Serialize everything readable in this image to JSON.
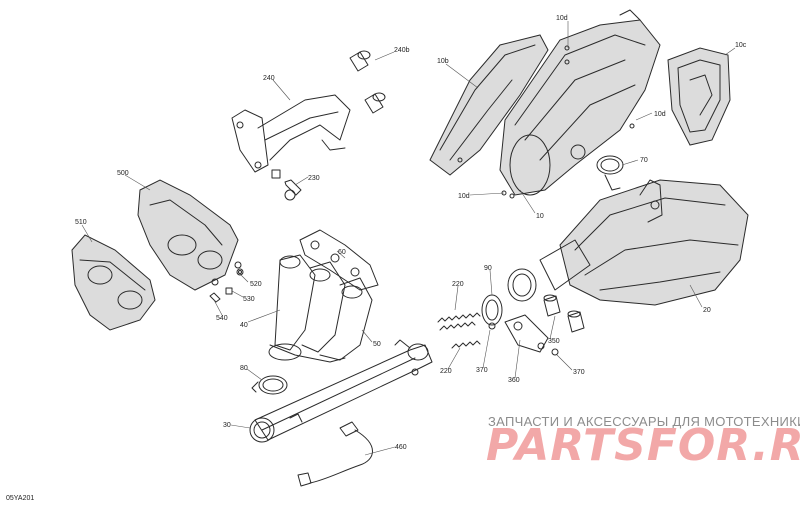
{
  "diagram": {
    "reference_code": "05YA201",
    "callouts": [
      {
        "id": "10d_top",
        "label": "10d"
      },
      {
        "id": "10b",
        "label": "10b"
      },
      {
        "id": "10c",
        "label": "10c"
      },
      {
        "id": "10d_right",
        "label": "10d"
      },
      {
        "id": "10d_bottom",
        "label": "10d"
      },
      {
        "id": "10",
        "label": "10"
      },
      {
        "id": "70",
        "label": "70"
      },
      {
        "id": "20",
        "label": "20"
      },
      {
        "id": "240",
        "label": "240"
      },
      {
        "id": "240b",
        "label": "240b"
      },
      {
        "id": "230",
        "label": "230"
      },
      {
        "id": "500",
        "label": "500"
      },
      {
        "id": "510",
        "label": "510"
      },
      {
        "id": "520",
        "label": "520"
      },
      {
        "id": "530",
        "label": "530"
      },
      {
        "id": "540",
        "label": "540"
      },
      {
        "id": "60",
        "label": "60"
      },
      {
        "id": "40",
        "label": "40"
      },
      {
        "id": "50",
        "label": "50"
      },
      {
        "id": "80",
        "label": "80"
      },
      {
        "id": "30",
        "label": "30"
      },
      {
        "id": "220_top",
        "label": "220"
      },
      {
        "id": "220_bottom",
        "label": "220"
      },
      {
        "id": "90",
        "label": "90"
      },
      {
        "id": "350",
        "label": "350"
      },
      {
        "id": "360",
        "label": "360"
      },
      {
        "id": "370_left",
        "label": "370"
      },
      {
        "id": "370_right",
        "label": "370"
      },
      {
        "id": "460",
        "label": "460"
      }
    ]
  },
  "watermark": {
    "tagline": "ЗАПЧАСТИ И АКСЕССУАРЫ ДЛЯ МОТОТЕХНИКИ",
    "logo": "PARTSFOR.RU"
  }
}
